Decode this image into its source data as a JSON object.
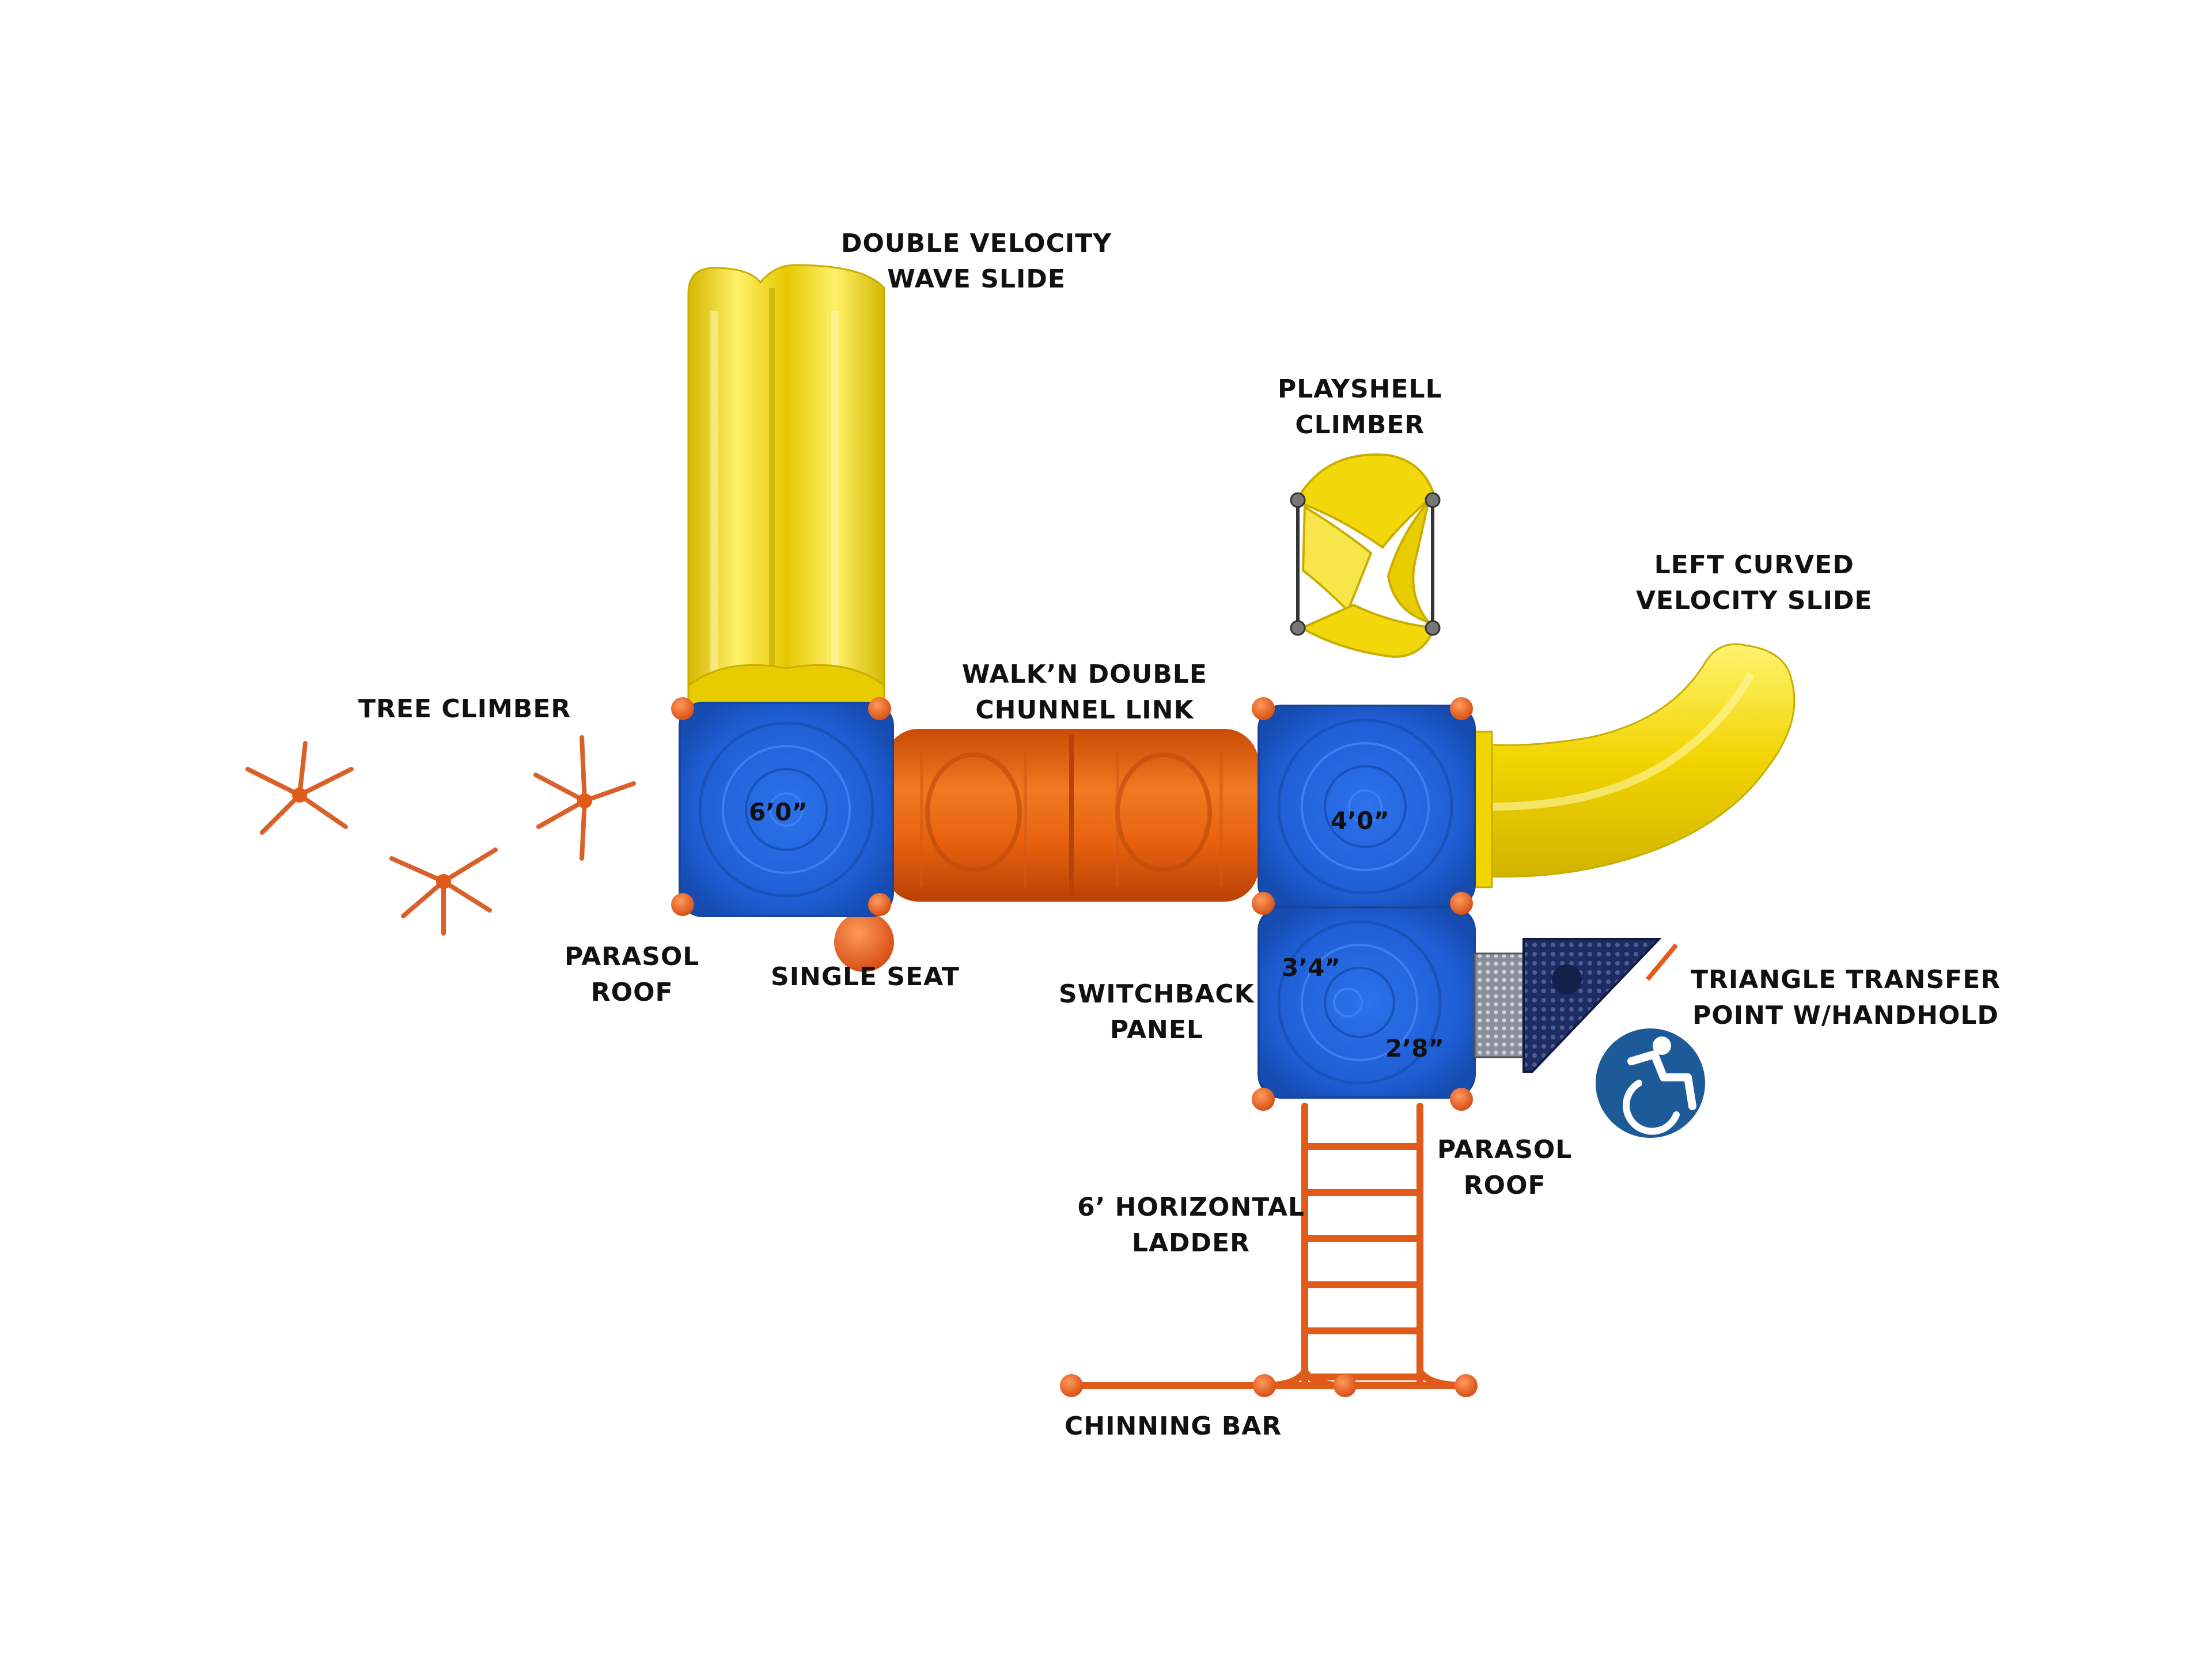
{
  "labels": {
    "double_velocity_wave_slide": [
      "DOUBLE VELOCITY",
      "WAVE SLIDE"
    ],
    "playshell_climber": [
      "PLAYSHELL",
      "CLIMBER"
    ],
    "left_curved_velocity_slide": [
      "LEFT CURVED",
      "VELOCITY SLIDE"
    ],
    "walkn_double_chunnel_link": [
      "WALK’N DOUBLE",
      "CHUNNEL LINK"
    ],
    "tree_climber": [
      "TREE CLIMBER"
    ],
    "parasol_roof_left": [
      "PARASOL",
      "ROOF"
    ],
    "single_seat": [
      "SINGLE SEAT"
    ],
    "switchback_panel": [
      "SWITCHBACK",
      "PANEL"
    ],
    "triangle_transfer_point": [
      "TRIANGLE TRANSFER",
      "POINT W/HANDHOLD"
    ],
    "parasol_roof_right": [
      "PARASOL",
      "ROOF"
    ],
    "horizontal_ladder": [
      "6’ HORIZONTAL",
      "LADDER"
    ],
    "chinning_bar": [
      "CHINNING BAR"
    ]
  },
  "deck_heights": {
    "left_deck": "6’0”",
    "upper_right_deck": "4’0”",
    "lower_right_deck_top": "3’4”",
    "lower_right_deck_bottom": "2’8”"
  },
  "icons": {
    "accessibility": "wheelchair-accessibility-icon"
  },
  "colors": {
    "deck_blue": "#1f5fd6",
    "slide_yellow": "#f4e01a",
    "tube_orange": "#e8620f",
    "post_orange": "#e85a18",
    "accessibility_blue": "#1c5a98",
    "transfer_navy": "#1d2d63"
  }
}
